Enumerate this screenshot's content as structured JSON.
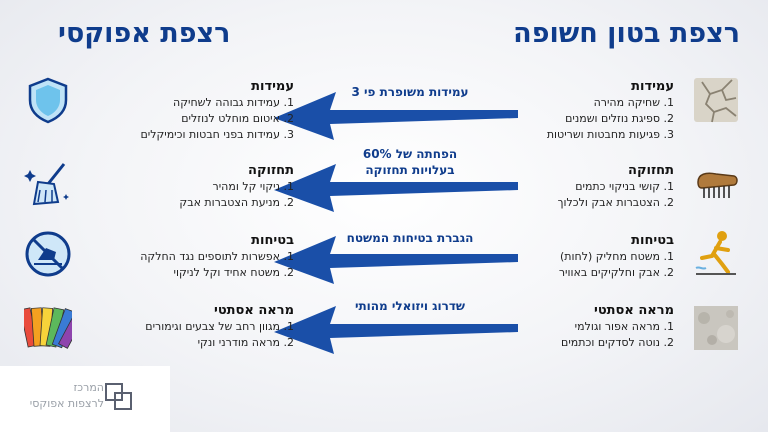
{
  "titles": {
    "right": "רצפת בטון חשופה",
    "left": "רצפת אפוקסי"
  },
  "rows": [
    {
      "concrete": {
        "heading": "עמידות",
        "items": [
          "1. שחיקה מהירה",
          "2. ספיגת נוזלים ושמנים",
          "3. פגיעות מחבטות ושריטות"
        ],
        "icon": "cracked-concrete-icon"
      },
      "arrow_label": "עמידות משופרת פי 3",
      "epoxy": {
        "heading": "עמידות",
        "items": [
          "1. עמידות גבוהה לשחיקה",
          "2. איטום מוחלט לנוזלים",
          "3. עמידות בפני חבטות וכימיקלים"
        ],
        "icon": "shield-icon"
      }
    },
    {
      "concrete": {
        "heading": "תחזוקה",
        "items": [
          "1. קושי בניקוי כתמים",
          "2. הצטברות אבק ולכלוך"
        ],
        "icon": "scrub-brush-icon"
      },
      "arrow_label": "הפחתה של 60%\nבעלויות תחזוקה",
      "epoxy": {
        "heading": "תחזוקה",
        "items": [
          "1. ניקוי קל ומהיר",
          "2. מניעת הצטברות אבק"
        ],
        "icon": "mop-sparkle-icon"
      }
    },
    {
      "concrete": {
        "heading": "בטיחות",
        "items": [
          "1. משטח מחליק (לחות)",
          "2. אבק וחלקיקים באוויר"
        ],
        "icon": "slipping-person-icon"
      },
      "arrow_label": "הגברת בטיחות המשטח",
      "epoxy": {
        "heading": "בטיחות",
        "items": [
          "1. אפשרות לתוספים נגד החלקה",
          "2. משטח אחיד וקל לניקוי"
        ],
        "icon": "no-slip-icon"
      }
    },
    {
      "concrete": {
        "heading": "מראה אסתטי",
        "items": [
          "1. מראה אפור וגולמי",
          "2. נוטה לסדקים וכתמים"
        ],
        "icon": "concrete-texture-icon"
      },
      "arrow_label": "שדרוג ויזואלי מהותי",
      "epoxy": {
        "heading": "מראה אסתטי",
        "items": [
          "1. מגוון רחב של צבעים וגימורים",
          "2. מראה מודרני ונקי"
        ],
        "icon": "color-swatches-icon"
      }
    }
  ],
  "logo": {
    "text": "המרכז\nלרצפות אפוקסי"
  },
  "colors": {
    "accent": "#0f3c8c",
    "arrow": "#1a4fa8"
  }
}
